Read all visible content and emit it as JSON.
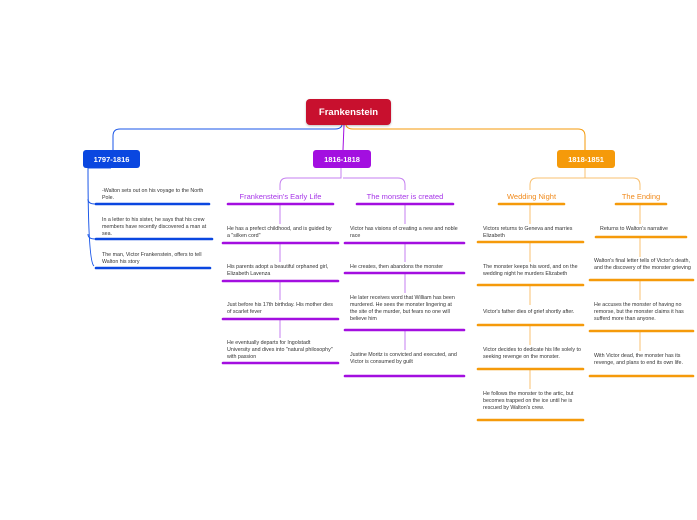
{
  "root": {
    "label": "Frankenstein"
  },
  "colors": {
    "root": "#c8102e",
    "blue": "#0a47e0",
    "purple": "#a30fe0",
    "orange": "#f59a0a"
  },
  "periods": [
    {
      "label": "1797-1816",
      "items": [
        "-Walton sets out on his voyage to the North Pole.",
        "In a letter to his sister, he says that his crew members have recently discovered a man at sea.",
        "The man, Victor Frankenstein, offers to tell Walton his story"
      ]
    },
    {
      "label": "1816-1818",
      "branches": [
        {
          "label": "Frankenstein's Early Life",
          "items": [
            "He has a prefect childhood, and is guided by a \"silken cord\"",
            "His parents adopt a beautiful orphaned girl, Elizabeth Lavenza",
            "Just before his 17th birthday. His mother dies of scarlet fever",
            "He  eventually departs for Ingolstadt University and dives into \"natural philosophy\" with passion"
          ]
        },
        {
          "label": "The monster is created",
          "items": [
            "Victor has visions of creating a new and noble race",
            "He creates, then abandons the monster",
            "He later receives word that William has been murdered. He sees the monster lingering at the site of the murder, but fears no one will believe him",
            "Justine Moritz is convicted and executed, and Victor is consumed by guilt"
          ]
        }
      ]
    },
    {
      "label": "1818-1851",
      "branches": [
        {
          "label": "Wedding Night",
          "items": [
            "Victors returns to Geneva and marries Elizabeth",
            "The monster keeps his word, and on the wedding night he murders Elizabeth",
            "Victor's father dies of grief shortly after.",
            "Victor decides to dedicate his life solely to seeking revenge on the monster.",
            "He follows the monster to the artic, but becomes trapped on the ice until he is rescued by Walton's crew."
          ]
        },
        {
          "label": "The Ending",
          "items": [
            "Returns to Walton's narrative",
            "Walton's final letter tells of Victor's death, and the discovery of the monster grieving",
            "He accuses the monster of having no  remorse, but the monster claims it has sufferd more than anyone.",
            "With Victor dead, the monster has its revenge, and plans to end its own life."
          ]
        }
      ]
    }
  ]
}
